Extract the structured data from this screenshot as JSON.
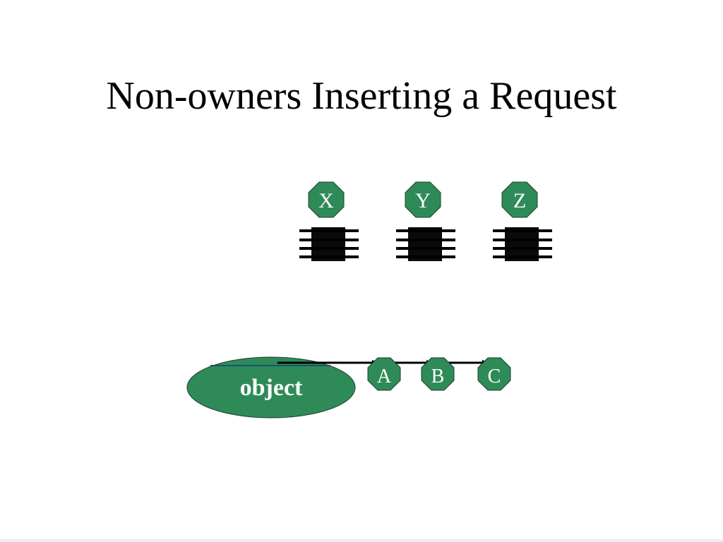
{
  "slide": {
    "title": "Non-owners Inserting a Request"
  },
  "processors": [
    {
      "label": "X"
    },
    {
      "label": "Y"
    },
    {
      "label": "Z"
    }
  ],
  "object": {
    "label": "object"
  },
  "queue": [
    {
      "label": "A"
    },
    {
      "label": "B"
    },
    {
      "label": "C"
    }
  ],
  "colors": {
    "node_fill": "#2e8b57",
    "node_stroke": "#1f3f2f",
    "chip": "#000000",
    "arrow": "#000000",
    "text": "#ffffff"
  }
}
